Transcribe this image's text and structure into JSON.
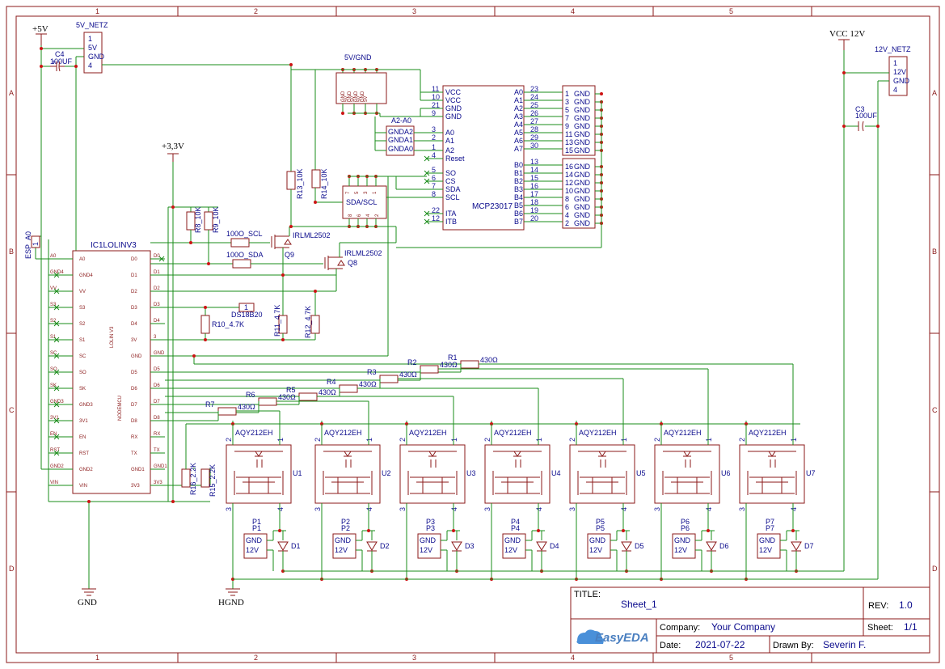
{
  "frame": {
    "cols": [
      "1",
      "2",
      "3",
      "4",
      "5"
    ],
    "rows": [
      "A",
      "B",
      "C",
      "D"
    ]
  },
  "power": {
    "p5v": "+5V",
    "p33v": "+3,3V",
    "vcc12": "VCC 12V",
    "gnd": "GND",
    "hgnd": "HGND"
  },
  "connectors": {
    "j5v": {
      "name": "5V_NETZ",
      "pins": [
        "1",
        "5V",
        "GND",
        "4"
      ]
    },
    "j12v": {
      "name": "12V_NETZ",
      "pins": [
        "1",
        "12V",
        "GND",
        "4"
      ]
    },
    "esp": {
      "name": "ESP_A0",
      "pin": "1"
    },
    "j5vgnd": {
      "name": "5V/GND",
      "pins": [
        "GND",
        "5V",
        "GND",
        "5V",
        "GND",
        "5V",
        "GND",
        "5V"
      ]
    },
    "ja2a0": {
      "name": "A2-A0",
      "pins": [
        "GNDA2",
        "GNDA1",
        "GNDA0"
      ]
    },
    "jsda": {
      "name": "SDA/SCL",
      "top": [
        "7",
        "5",
        "3",
        "1"
      ],
      "bot": [
        "8",
        "6",
        "4",
        "2"
      ]
    }
  },
  "caps": {
    "c4": {
      "name": "C4",
      "value": "100UF"
    },
    "c3": {
      "name": "C3",
      "value": "100UF"
    }
  },
  "mcu": {
    "name": "IC1LOLINV3",
    "center1": "LOLIN V3",
    "center2": "NODEMCU",
    "left": [
      "A0",
      "GND4",
      "VV",
      "S3",
      "S2",
      "S1",
      "SC",
      "SO",
      "SK",
      "GND3",
      "3V1",
      "EN",
      "RST",
      "GND2",
      "VIN"
    ],
    "right": [
      "D0",
      "D1",
      "D2",
      "D3",
      "D4",
      "3V",
      "GND",
      "D5",
      "D6",
      "D7",
      "D8",
      "RX",
      "TX",
      "GND1",
      "3V3"
    ],
    "rnets": [
      "D0",
      "D1",
      "D2",
      "D3",
      "D4",
      "3",
      "GND",
      "D5",
      "D6",
      "D7",
      "D8",
      "RX",
      "TX",
      "GND1",
      "3V3"
    ]
  },
  "expander": {
    "name": "MCP23017",
    "left": [
      {
        "n": "11",
        "l": "VCC"
      },
      {
        "n": "10",
        "l": "VCC"
      },
      {
        "n": "21",
        "l": "GND"
      },
      {
        "n": "9",
        "l": "GND"
      },
      {
        "n": "3",
        "l": "A0"
      },
      {
        "n": "2",
        "l": "A1"
      },
      {
        "n": "1",
        "l": "A2"
      },
      {
        "n": "4",
        "l": "Reset"
      },
      {
        "n": "5",
        "l": "SO"
      },
      {
        "n": "6",
        "l": "CS"
      },
      {
        "n": "7",
        "l": "SDA"
      },
      {
        "n": "8",
        "l": "SCL"
      },
      {
        "n": "22",
        "l": "ITA"
      },
      {
        "n": "12",
        "l": "ITB"
      }
    ],
    "right": [
      {
        "n": "23",
        "l": "A0"
      },
      {
        "n": "24",
        "l": "A1"
      },
      {
        "n": "25",
        "l": "A2"
      },
      {
        "n": "26",
        "l": "A3"
      },
      {
        "n": "27",
        "l": "A4"
      },
      {
        "n": "28",
        "l": "A5"
      },
      {
        "n": "29",
        "l": "A6"
      },
      {
        "n": "30",
        "l": "A7"
      },
      {
        "n": "13",
        "l": "B0"
      },
      {
        "n": "14",
        "l": "B1"
      },
      {
        "n": "15",
        "l": "B2"
      },
      {
        "n": "16",
        "l": "B3"
      },
      {
        "n": "17",
        "l": "B4"
      },
      {
        "n": "18",
        "l": "B5"
      },
      {
        "n": "19",
        "l": "B6"
      },
      {
        "n": "20",
        "l": "B7"
      }
    ]
  },
  "gndheader": {
    "a": [
      "1",
      "3",
      "5",
      "7",
      "9",
      "11",
      "13",
      "15"
    ],
    "b": [
      "16",
      "14",
      "12",
      "10",
      "8",
      "6",
      "4",
      "2"
    ],
    "label": "GND"
  },
  "resistors": {
    "r13": "R13_10K",
    "r14": "R14_10K",
    "r8": "R8_10K",
    "r9": "R9_10K",
    "scl": "100O_SCL",
    "sda": "100O_SDA",
    "r10": "R10_4.7K",
    "r11": "R11_4.7K",
    "r12": "R12_4.7K",
    "r16": "R16_2.2K",
    "r15": "R15_2.2K",
    "series": [
      {
        "name": "R1",
        "value": "430Ω"
      },
      {
        "name": "R2",
        "value": "430Ω"
      },
      {
        "name": "R3",
        "value": "430Ω"
      },
      {
        "name": "R4",
        "value": "430Ω"
      },
      {
        "name": "R5",
        "value": "430Ω"
      },
      {
        "name": "R6",
        "value": "430Ω"
      },
      {
        "name": "R7",
        "value": "430Ω"
      }
    ]
  },
  "transistors": {
    "q9": {
      "name": "Q9",
      "part": "IRLML2502"
    },
    "q8": {
      "name": "Q8",
      "part": "IRLML2502"
    }
  },
  "sensor": {
    "name": "DS18B20",
    "pin": "1"
  },
  "relays": [
    {
      "u": "U1",
      "part": "AQY212EH",
      "p": "P1",
      "d": "D1"
    },
    {
      "u": "U2",
      "part": "AQY212EH",
      "p": "P2",
      "d": "D2"
    },
    {
      "u": "U3",
      "part": "AQY212EH",
      "p": "P3",
      "d": "D3"
    },
    {
      "u": "U4",
      "part": "AQY212EH",
      "p": "P4",
      "d": "D4"
    },
    {
      "u": "U5",
      "part": "AQY212EH",
      "p": "P5",
      "d": "D5"
    },
    {
      "u": "U6",
      "part": "AQY212EH",
      "p": "P6",
      "d": "D6"
    },
    {
      "u": "U7",
      "part": "AQY212EH",
      "p": "P7",
      "d": "D7"
    }
  ],
  "relay_pins": {
    "p1": "1",
    "p2": "2",
    "p3": "3",
    "p4": "4"
  },
  "outlet_pins": {
    "gnd": "GND",
    "v12": "12V"
  },
  "titleblock": {
    "title_label": "TITLE:",
    "title": "Sheet_1",
    "rev_label": "REV:",
    "rev": "1.0",
    "company_label": "Company:",
    "company": "Your Company",
    "sheet_label": "Sheet:",
    "sheet": "1/1",
    "date_label": "Date:",
    "date": "2021-07-22",
    "drawn_label": "Drawn By:",
    "drawn": "Severin F.",
    "logo": "EasyEDA"
  },
  "colors": {
    "wire": "#1a8c1a",
    "part": "#8b1a1a",
    "label": "#0a0a8c",
    "junction": "#cc1414"
  }
}
